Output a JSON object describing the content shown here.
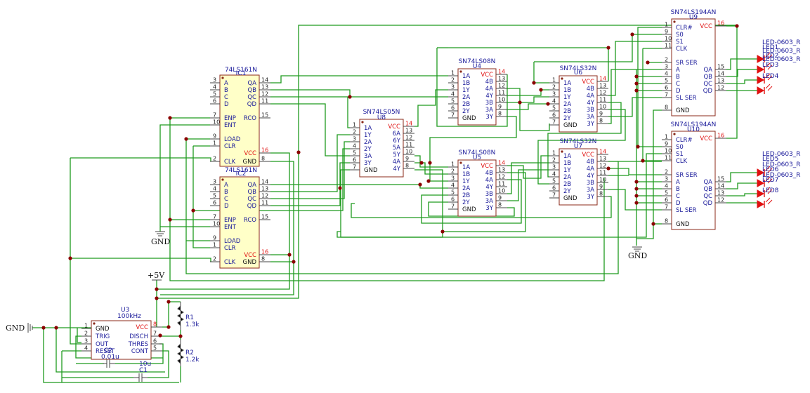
{
  "colors": {
    "wire": "#1e9a1e",
    "junction": "#8b0000",
    "component_text": "#1a1a9a",
    "pin_number": "#222222",
    "vcc_text": "#e01010",
    "ic_fill_counter": "#ffffc8",
    "ic_fill_other": "#ffffff",
    "led_fill": "#e01010"
  },
  "power": {
    "gnd_left": "GND",
    "gnd_ic1": "GND",
    "gnd_u9": "GND",
    "vcc_label": "+5V"
  },
  "chips": [
    {
      "id": "ic1",
      "part": "74LS161N",
      "ref": "IC1",
      "left": [
        {
          "n": "3",
          "t": "A"
        },
        {
          "n": "4",
          "t": "B"
        },
        {
          "n": "5",
          "t": "C"
        },
        {
          "n": "6",
          "t": "D"
        },
        {
          "n": "7",
          "t": "ENP"
        },
        {
          "n": "10",
          "t": "ENT"
        },
        {
          "n": "9",
          "t": "LOAD"
        },
        {
          "n": "1",
          "t": "CLR"
        },
        {
          "n": "2",
          "t": "CLK"
        }
      ],
      "right": [
        {
          "n": "14",
          "t": "QA"
        },
        {
          "n": "13",
          "t": "QB"
        },
        {
          "n": "12",
          "t": "QC"
        },
        {
          "n": "11",
          "t": "QD"
        },
        {
          "n": "15",
          "t": "RCO"
        },
        {
          "n": "16",
          "t": "VCC"
        },
        {
          "n": "8",
          "t": "GND"
        }
      ]
    },
    {
      "id": "ic2",
      "part": "74LS161N",
      "ref": "IC2",
      "left": [
        {
          "n": "3",
          "t": "A"
        },
        {
          "n": "4",
          "t": "B"
        },
        {
          "n": "5",
          "t": "C"
        },
        {
          "n": "6",
          "t": "D"
        },
        {
          "n": "7",
          "t": "ENP"
        },
        {
          "n": "10",
          "t": "ENT"
        },
        {
          "n": "9",
          "t": "LOAD"
        },
        {
          "n": "1",
          "t": "CLR"
        },
        {
          "n": "2",
          "t": "CLK"
        }
      ],
      "right": [
        {
          "n": "14",
          "t": "QA"
        },
        {
          "n": "13",
          "t": "QB"
        },
        {
          "n": "12",
          "t": "QC"
        },
        {
          "n": "11",
          "t": "QD"
        },
        {
          "n": "15",
          "t": "RCO"
        },
        {
          "n": "16",
          "t": "VCC"
        },
        {
          "n": "8",
          "t": "GND"
        }
      ]
    },
    {
      "id": "u8",
      "part": "SN74LS05N",
      "ref": "U8",
      "left": [
        {
          "n": "1",
          "t": "1A"
        },
        {
          "n": "2",
          "t": "1Y"
        },
        {
          "n": "3",
          "t": "2A"
        },
        {
          "n": "4",
          "t": "2Y"
        },
        {
          "n": "5",
          "t": "3A"
        },
        {
          "n": "6",
          "t": "3Y"
        },
        {
          "n": "7",
          "t": "GND"
        }
      ],
      "right": [
        {
          "n": "14",
          "t": "VCC"
        },
        {
          "n": "13",
          "t": "6A"
        },
        {
          "n": "12",
          "t": "6Y"
        },
        {
          "n": "11",
          "t": "5A"
        },
        {
          "n": "10",
          "t": "5Y"
        },
        {
          "n": "9",
          "t": "4A"
        },
        {
          "n": "8",
          "t": "4Y"
        }
      ]
    },
    {
      "id": "u4",
      "part": "SN74LS08N",
      "ref": "U4",
      "left": [
        {
          "n": "1",
          "t": "1A"
        },
        {
          "n": "2",
          "t": "1B"
        },
        {
          "n": "3",
          "t": "1Y"
        },
        {
          "n": "4",
          "t": "2A"
        },
        {
          "n": "5",
          "t": "2B"
        },
        {
          "n": "6",
          "t": "2Y"
        },
        {
          "n": "7",
          "t": "GND"
        }
      ],
      "right": [
        {
          "n": "14",
          "t": "VCC"
        },
        {
          "n": "13",
          "t": "4B"
        },
        {
          "n": "12",
          "t": "4A"
        },
        {
          "n": "11",
          "t": "4Y"
        },
        {
          "n": "10",
          "t": "3B"
        },
        {
          "n": "9",
          "t": "3A"
        },
        {
          "n": "8",
          "t": "3Y"
        }
      ]
    },
    {
      "id": "u5",
      "part": "SN74LS08N",
      "ref": "U5",
      "left": [
        {
          "n": "1",
          "t": "1A"
        },
        {
          "n": "2",
          "t": "1B"
        },
        {
          "n": "3",
          "t": "1Y"
        },
        {
          "n": "4",
          "t": "2A"
        },
        {
          "n": "5",
          "t": "2B"
        },
        {
          "n": "6",
          "t": "2Y"
        },
        {
          "n": "7",
          "t": "GND"
        }
      ],
      "right": [
        {
          "n": "14",
          "t": "VCC"
        },
        {
          "n": "13",
          "t": "4B"
        },
        {
          "n": "12",
          "t": "4A"
        },
        {
          "n": "11",
          "t": "4Y"
        },
        {
          "n": "10",
          "t": "3B"
        },
        {
          "n": "9",
          "t": "3A"
        },
        {
          "n": "8",
          "t": "3Y"
        }
      ]
    },
    {
      "id": "u6",
      "part": "SN74LS32N",
      "ref": "U6",
      "left": [
        {
          "n": "1",
          "t": "1A"
        },
        {
          "n": "2",
          "t": "1B"
        },
        {
          "n": "3",
          "t": "1Y"
        },
        {
          "n": "4",
          "t": "2A"
        },
        {
          "n": "5",
          "t": "2B"
        },
        {
          "n": "6",
          "t": "2Y"
        },
        {
          "n": "7",
          "t": "GND"
        }
      ],
      "right": [
        {
          "n": "14",
          "t": "VCC"
        },
        {
          "n": "13",
          "t": "4B"
        },
        {
          "n": "12",
          "t": "4A"
        },
        {
          "n": "11",
          "t": "4Y"
        },
        {
          "n": "10",
          "t": "3B"
        },
        {
          "n": "9",
          "t": "3A"
        },
        {
          "n": "8",
          "t": "3Y"
        }
      ]
    },
    {
      "id": "u7",
      "part": "SN74LS32N",
      "ref": "U7",
      "left": [
        {
          "n": "1",
          "t": "1A"
        },
        {
          "n": "2",
          "t": "1B"
        },
        {
          "n": "3",
          "t": "1Y"
        },
        {
          "n": "4",
          "t": "2A"
        },
        {
          "n": "5",
          "t": "2B"
        },
        {
          "n": "6",
          "t": "2Y"
        },
        {
          "n": "7",
          "t": "GND"
        }
      ],
      "right": [
        {
          "n": "14",
          "t": "VCC"
        },
        {
          "n": "13",
          "t": "4B"
        },
        {
          "n": "12",
          "t": "4A"
        },
        {
          "n": "11",
          "t": "4Y"
        },
        {
          "n": "10",
          "t": "3B"
        },
        {
          "n": "9",
          "t": "3A"
        },
        {
          "n": "8",
          "t": "3Y"
        }
      ]
    },
    {
      "id": "u9",
      "part": "SN74LS194AN",
      "ref": "U9",
      "left": [
        {
          "n": "1",
          "t": "CLR#"
        },
        {
          "n": "9",
          "t": "S0"
        },
        {
          "n": "10",
          "t": "S1"
        },
        {
          "n": "11",
          "t": "CLK"
        },
        {
          "n": "2",
          "t": "SR SER"
        },
        {
          "n": "3",
          "t": "A"
        },
        {
          "n": "4",
          "t": "B"
        },
        {
          "n": "5",
          "t": "C"
        },
        {
          "n": "6",
          "t": "D"
        },
        {
          "n": "7",
          "t": "SL SER"
        },
        {
          "n": "8",
          "t": "GND"
        }
      ],
      "right": [
        {
          "n": "16",
          "t": "VCC"
        },
        {
          "n": "15",
          "t": "QA"
        },
        {
          "n": "14",
          "t": "QB"
        },
        {
          "n": "13",
          "t": "QC"
        },
        {
          "n": "12",
          "t": "QD"
        }
      ]
    },
    {
      "id": "u10",
      "part": "SN74LS194AN",
      "ref": "U10",
      "left": [
        {
          "n": "1",
          "t": "CLR#"
        },
        {
          "n": "9",
          "t": "S0"
        },
        {
          "n": "10",
          "t": "S1"
        },
        {
          "n": "11",
          "t": "CLK"
        },
        {
          "n": "2",
          "t": "SR SER"
        },
        {
          "n": "3",
          "t": "A"
        },
        {
          "n": "4",
          "t": "B"
        },
        {
          "n": "5",
          "t": "C"
        },
        {
          "n": "6",
          "t": "D"
        },
        {
          "n": "7",
          "t": "SL SER"
        },
        {
          "n": "8",
          "t": "GND"
        }
      ],
      "right": [
        {
          "n": "16",
          "t": "VCC"
        },
        {
          "n": "15",
          "t": "QA"
        },
        {
          "n": "14",
          "t": "QB"
        },
        {
          "n": "13",
          "t": "QC"
        },
        {
          "n": "12",
          "t": "QD"
        }
      ]
    },
    {
      "id": "u3",
      "part": "100kHz",
      "ref": "U3",
      "left": [
        {
          "n": "1",
          "t": "GND"
        },
        {
          "n": "2",
          "t": "TRIG"
        },
        {
          "n": "3",
          "t": "OUT"
        },
        {
          "n": "4",
          "t": "RESET"
        }
      ],
      "right": [
        {
          "n": "8",
          "t": "VCC"
        },
        {
          "n": "7",
          "t": "DISCH"
        },
        {
          "n": "6",
          "t": "THRES"
        },
        {
          "n": "5",
          "t": "CONT"
        }
      ]
    }
  ],
  "passives": {
    "r1_ref": "R1",
    "r1_value": "1.3k",
    "r2_ref": "R2",
    "r2_value": "1.2k",
    "c2_ref": "C2",
    "c2_value": "0.01u",
    "c1_ref": "C1",
    "c1_value": "10u"
  },
  "leds": {
    "part": "LED-0603_R",
    "refs": [
      "LED1",
      "LED2",
      "LED3",
      "LED4",
      "LED5",
      "LED6",
      "LED7",
      "LED8"
    ]
  }
}
